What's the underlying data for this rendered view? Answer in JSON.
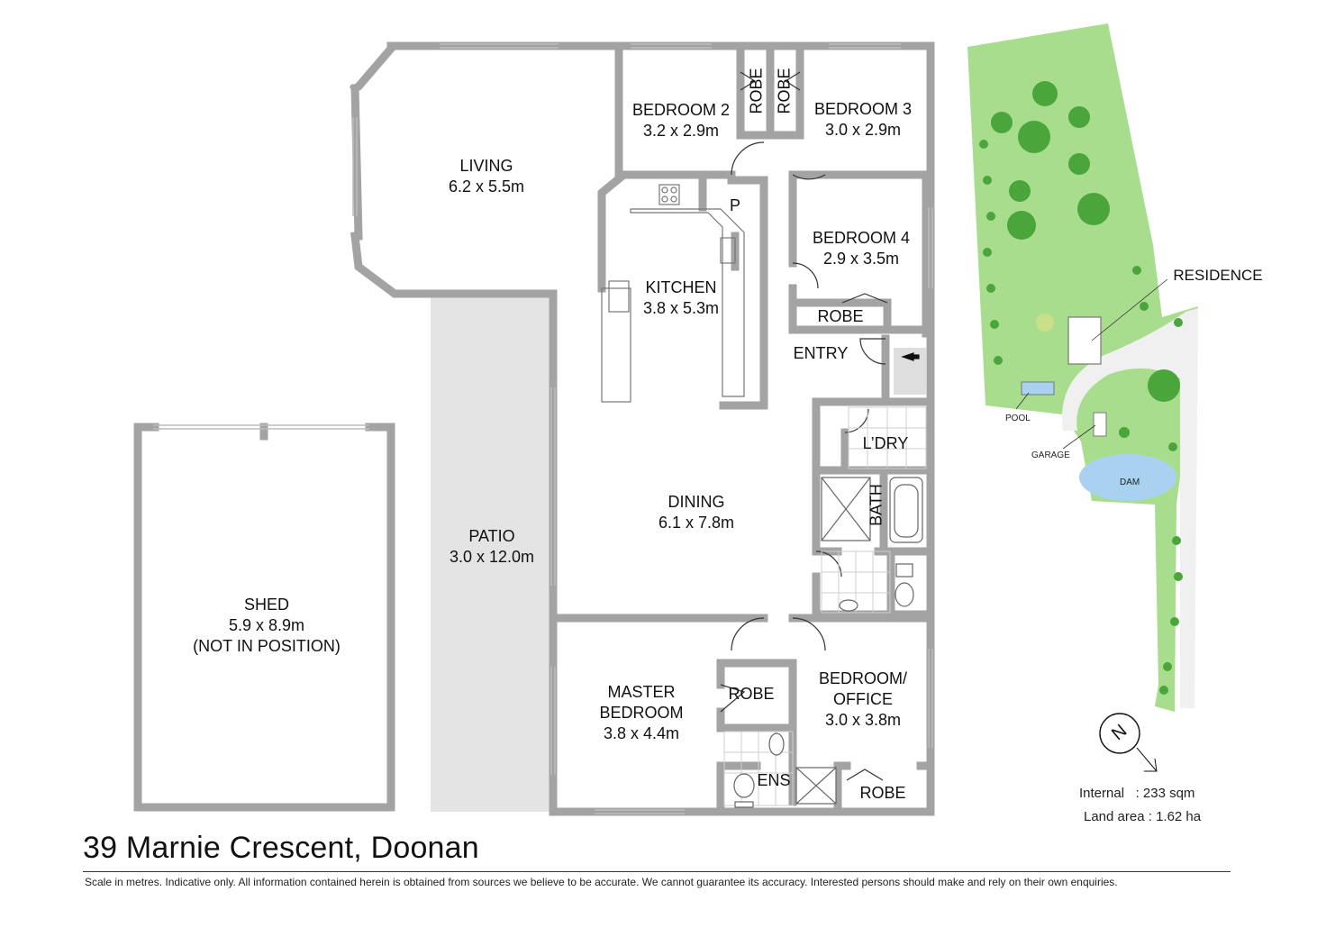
{
  "title": "39 Marnie Crescent, Doonan",
  "disclaimer": "Scale in metres. Indicative only.  All information contained herein is obtained from sources we believe to be accurate. We cannot guarantee its accuracy. Interested persons should make and rely on their own enquiries.",
  "rooms": {
    "living": {
      "name": "LIVING",
      "size": "6.2 x 5.5m"
    },
    "bedroom2": {
      "name": "BEDROOM 2",
      "size": "3.2 x 2.9m"
    },
    "bedroom3": {
      "name": "BEDROOM 3",
      "size": "3.0 x 2.9m"
    },
    "robe_a": "ROBE",
    "robe_b": "ROBE",
    "kitchen": {
      "name": "KITCHEN",
      "size": "3.8 x 5.3m"
    },
    "pantry": "P",
    "bedroom4": {
      "name": "BEDROOM 4",
      "size": "2.9 x 3.5m"
    },
    "robe4": "ROBE",
    "entry": "ENTRY",
    "laundry": "L’DRY",
    "bath": "BATH",
    "dining": {
      "name": "DINING",
      "size": "6.1 x 7.8m"
    },
    "patio": {
      "name": "PATIO",
      "size": "3.0 x 12.0m"
    },
    "shed": {
      "name": "SHED",
      "size": "5.9 x 8.9m",
      "note": "(NOT IN POSITION)"
    },
    "master": {
      "line1": "MASTER",
      "line2": "BEDROOM",
      "size": "3.8 x 4.4m"
    },
    "robe_master": "ROBE",
    "ensuite": "ENS",
    "office": {
      "line1": "BEDROOM/",
      "line2": "OFFICE",
      "size": "3.0 x 3.8m"
    },
    "robe_office": "ROBE"
  },
  "site": {
    "residence": "RESIDENCE",
    "pool": "POOL",
    "garage": "GARAGE",
    "dam": "DAM",
    "compass": "N"
  },
  "stats": {
    "internal_label": "Internal",
    "internal_value": ": 233 sqm",
    "land_label": "Land area",
    "land_value": ": 1.62 ha"
  },
  "colors": {
    "wall": "#a3a3a3",
    "patio": "#e4e4e4",
    "lawn": "#a9dd8e",
    "tree": "#4aa63a",
    "water": "#a9d1f0",
    "drive": "#f0f0f0"
  }
}
